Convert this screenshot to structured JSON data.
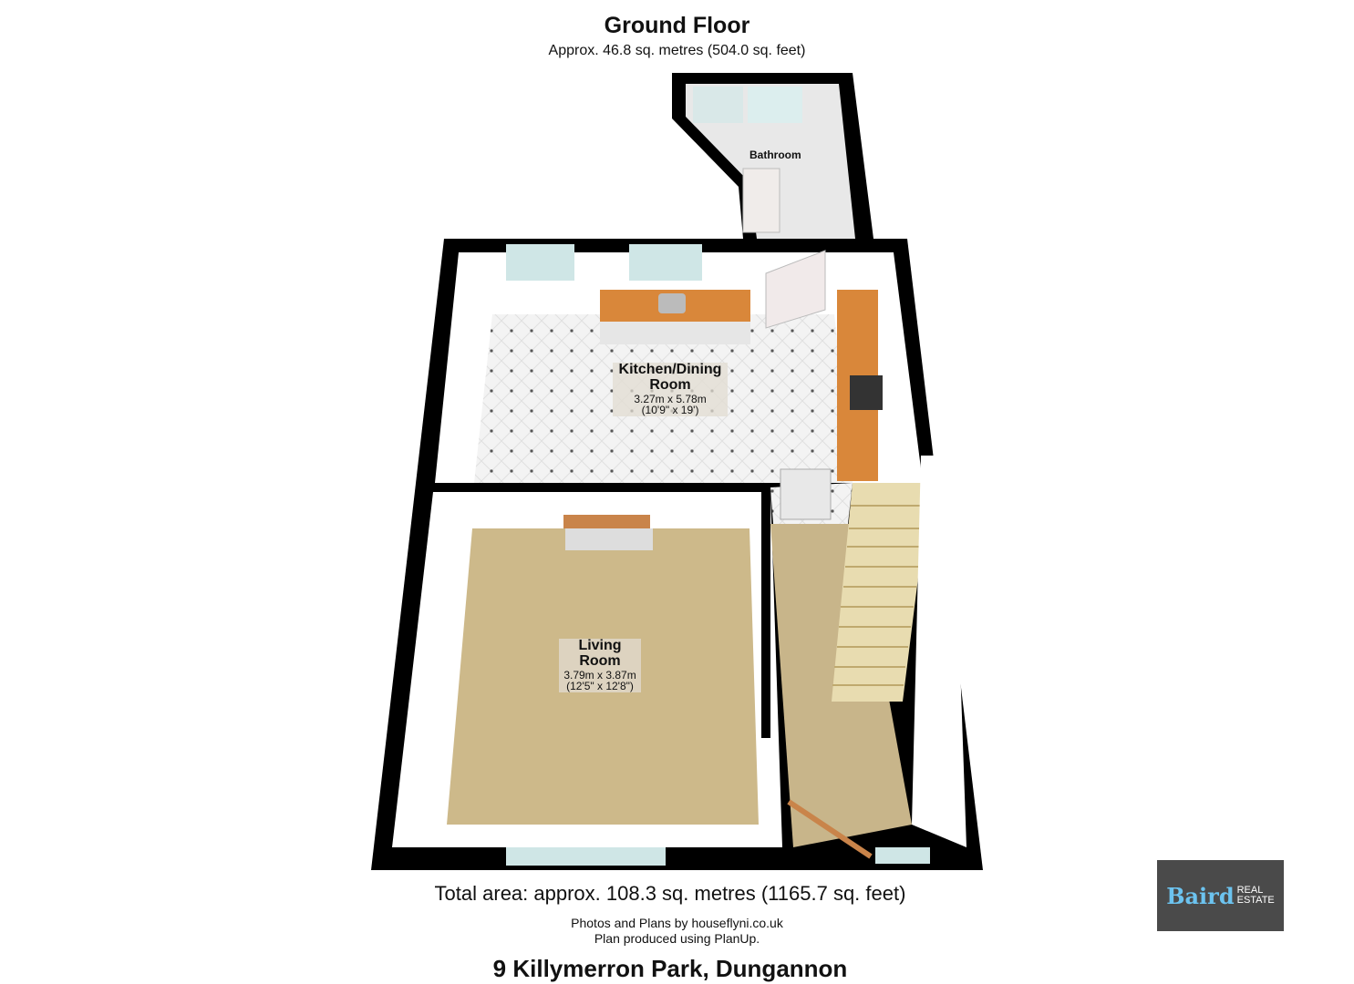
{
  "header": {
    "title": "Ground Floor",
    "subtitle": "Approx. 46.8 sq. metres (504.0 sq. feet)"
  },
  "rooms": [
    {
      "name": "Bathroom"
    },
    {
      "name": "Kitchen/Dining Room",
      "metric": "3.27m x 5.78m",
      "imperial": "(10'9\" x 19')"
    },
    {
      "name": "Living Room",
      "metric": "3.79m x 3.87m",
      "imperial": "(12'5\" x 12'8\")"
    }
  ],
  "footer": {
    "total": "Total area: approx. 108.3 sq. metres (1165.7 sq. feet)",
    "credit1": "Photos and Plans by houseflyni.co.uk",
    "credit2": "Plan produced using PlanUp.",
    "address": "9 Killymerron Park, Dungannon"
  },
  "logo": {
    "brand": "Baird",
    "line1": "REAL",
    "line2": "ESTATE"
  },
  "colors": {
    "wall": "#000000",
    "carpet": "#cdb98a",
    "tile": "#f4f4f4",
    "worktop": "#d9873a",
    "brand": "#6cc3ef"
  }
}
